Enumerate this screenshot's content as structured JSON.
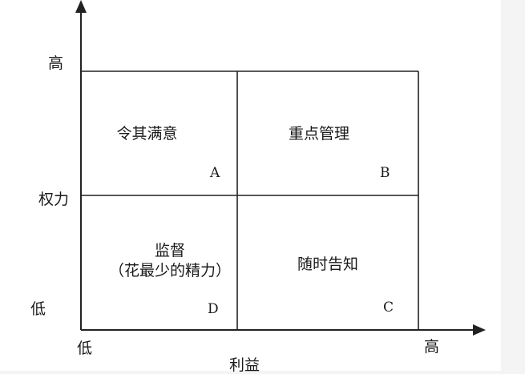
{
  "axes": {
    "y_high": "高",
    "y_title": "权力",
    "y_low": "低",
    "x_low": "低",
    "x_high": "高",
    "x_title": "利益"
  },
  "quadrants": [
    {
      "id": "A",
      "letter": "A",
      "line1": "令其满意",
      "line2": ""
    },
    {
      "id": "B",
      "letter": "B",
      "line1": "重点管理",
      "line2": ""
    },
    {
      "id": "C",
      "letter": "C",
      "line1": "随时告知",
      "line2": ""
    },
    {
      "id": "D",
      "letter": "D",
      "line1": "监督",
      "line2": "（花最少的精力）"
    }
  ]
}
